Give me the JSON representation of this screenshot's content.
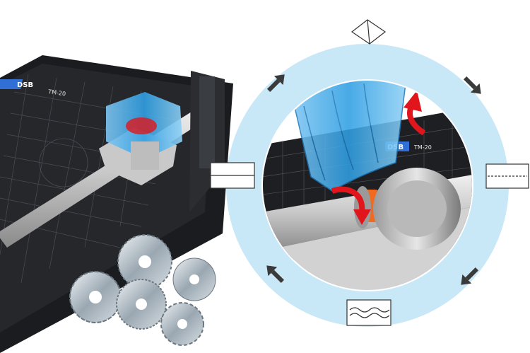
{
  "product": {
    "brand_logo_text": "DSB",
    "model_label": "TM-20",
    "inset_brand_logo_text": "DSB",
    "inset_model_label": "TM-20"
  },
  "cut_modes": [
    {
      "icon": "fold-line-icon"
    },
    {
      "icon": "dashed-perforation-icon"
    },
    {
      "icon": "wave-cut-icon"
    },
    {
      "icon": "straight-cut-icon"
    }
  ],
  "colors": {
    "ring": "#c9e8f7",
    "accent_blue": "#2f9fe3",
    "accent_red": "#e0161c",
    "accent_orange": "#f26a1f",
    "board": "#1e1f22"
  }
}
